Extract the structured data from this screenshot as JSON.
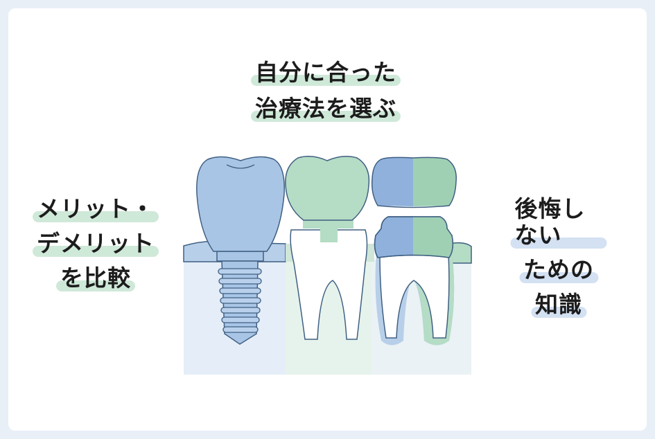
{
  "top_heading": {
    "lines": [
      "自分に合った",
      "治療法を選ぶ"
    ]
  },
  "left_label": {
    "lines": [
      "メリット・",
      "デメリット",
      "を比較"
    ]
  },
  "right_label": {
    "lines": [
      "後悔しない",
      "ための",
      "知識"
    ]
  },
  "colors": {
    "blue": "#a9c5e6",
    "green": "#b5dcc5",
    "outline": "#3f5f82",
    "highlight_green": "#cfe9d9",
    "highlight_blue": "#d3e1f2"
  }
}
